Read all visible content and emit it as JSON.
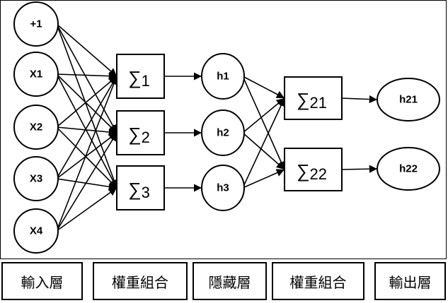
{
  "colors": {
    "stroke": "#000000",
    "fill": "#ffffff"
  },
  "diagram": {
    "inputs": [
      "+1",
      "X1",
      "X2",
      "X3",
      "X4"
    ],
    "sums1": [
      {
        "symbol": "∑",
        "sub": "1"
      },
      {
        "symbol": "∑",
        "sub": "2"
      },
      {
        "symbol": "∑",
        "sub": "3"
      }
    ],
    "hidden": [
      "h1",
      "h2",
      "h3"
    ],
    "sums2": [
      {
        "symbol": "∑",
        "sub": "21"
      },
      {
        "symbol": "∑",
        "sub": "22"
      }
    ],
    "outputs": [
      "h21",
      "h22"
    ]
  },
  "layers": [
    "輸入層",
    "權重組合",
    "隱藏層",
    "權重組合",
    "輸出層"
  ]
}
